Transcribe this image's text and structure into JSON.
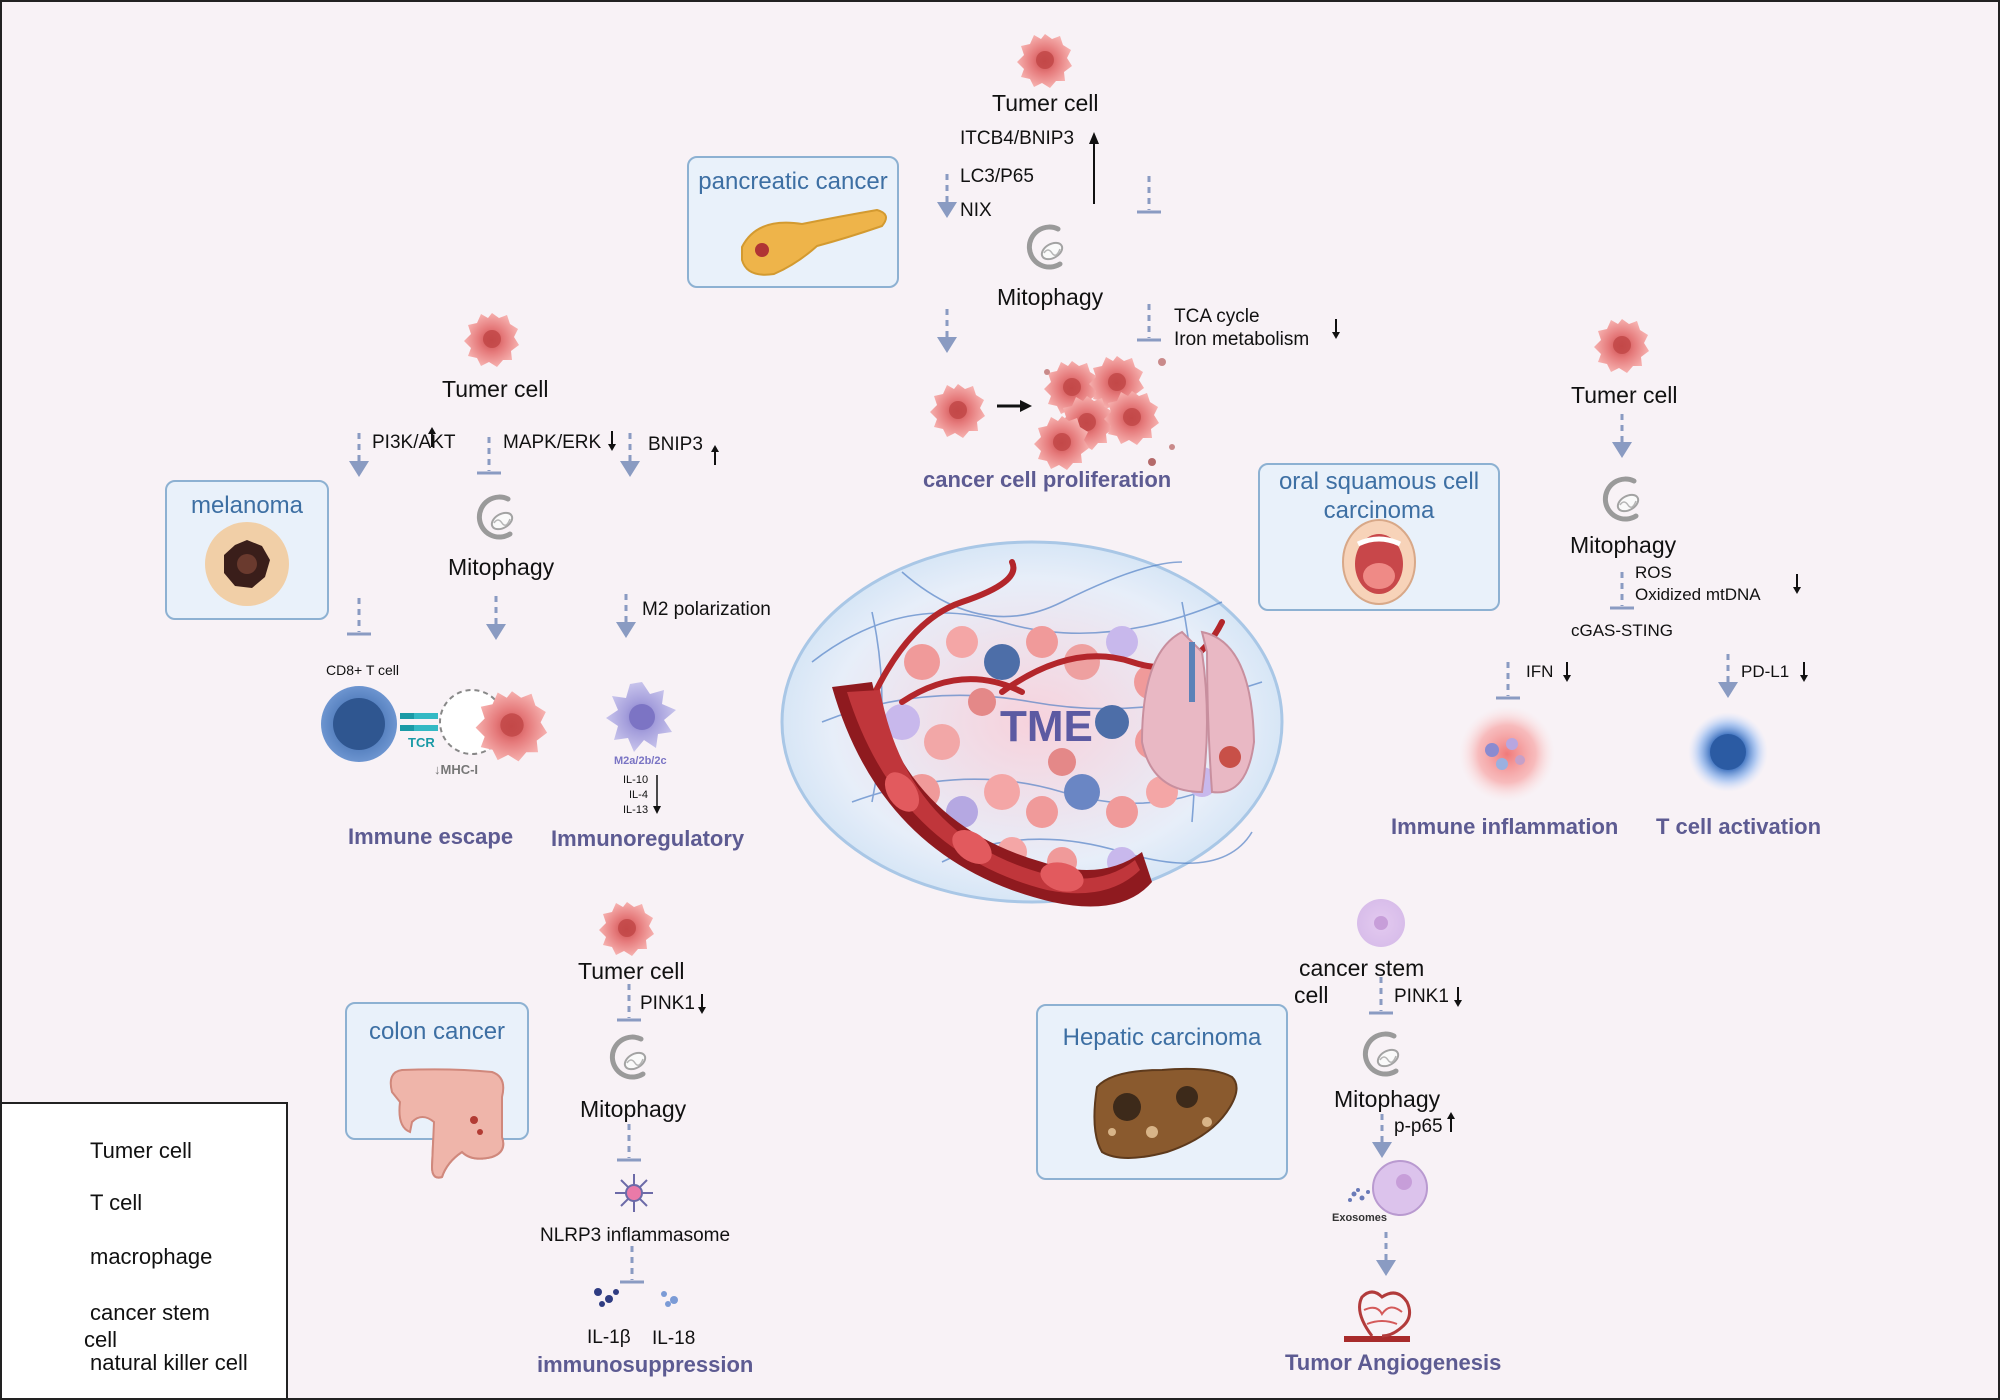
{
  "center": {
    "label": "TME"
  },
  "legend": {
    "items": [
      {
        "icon": "tumor-cell-icon",
        "label": "Tumer cell"
      },
      {
        "icon": "t-cell-icon",
        "label": "T cell"
      },
      {
        "icon": "macrophage-icon",
        "label": "macrophage"
      },
      {
        "icon": "cancer-stem-cell-icon",
        "label": "cancer stem"
      },
      {
        "icon": "cancer-stem-cell-icon",
        "label": "cell"
      },
      {
        "icon": "nk-cell-icon",
        "label": "natural killer cell"
      }
    ]
  },
  "pancreatic": {
    "box_title": "pancreatic cancer",
    "cell_label": "Tumer cell",
    "pathway_1": "ITCB4/BNIP3",
    "pathway_2": "LC3/P65",
    "pathway_3": "NIX",
    "mitophagy": "Mitophagy",
    "effect_1": "TCA cycle",
    "effect_2": "Iron metabolism",
    "outcome": "cancer cell proliferation"
  },
  "melanoma": {
    "box_title": "melanoma",
    "cell_label": "Tumer cell",
    "pathway_1": "PI3K/AKT",
    "pathway_2": "MAPK/ERK",
    "pathway_3": "BNIP3",
    "mitophagy": "Mitophagy",
    "m2": "M2 polarization",
    "cd8": "CD8+ T cell",
    "tcr": "TCR",
    "mhc": "↓MHC-I",
    "m2_types": "M2a/2b/2c",
    "il_1": "IL-10",
    "il_2": "IL-4",
    "il_3": "IL-13",
    "outcome_1": "Immune escape",
    "outcome_2": "Immunoregulatory"
  },
  "oral": {
    "box_title_1": "oral squamous cell",
    "box_title_2": "carcinoma",
    "cell_label": "Tumer cell",
    "mitophagy": "Mitophagy",
    "ros": "ROS",
    "mtdna": "Oxidized mtDNA",
    "sting": "cGAS-STING",
    "ifn": "IFN",
    "pdl1": "PD-L1",
    "outcome_1": "Immune inflammation",
    "outcome_2": "T cell activation"
  },
  "colon": {
    "box_title": "colon cancer",
    "cell_label": "Tumer cell",
    "pink1": "PINK1",
    "mitophagy": "Mitophagy",
    "nlrp3": "NLRP3 inflammasome",
    "il1b": "IL-1β",
    "il18": "IL-18",
    "outcome": "immunosuppression"
  },
  "hepatic": {
    "box_title": "Hepatic carcinoma",
    "cell_label_1": "cancer stem",
    "cell_label_2": "cell",
    "pink1": "PINK1",
    "mitophagy": "Mitophagy",
    "pp65": "p-p65",
    "exosomes": "Exosomes",
    "outcome": "Tumor Angiogenesis"
  },
  "colors": {
    "background": "#f8f2f6",
    "box_fill": "#e9f1fa",
    "box_border": "#8db1d2",
    "box_title": "#3d6fa3",
    "outcome_text": "#5d5b92",
    "arrow": "#8a9bc2",
    "tumor_cell": "#f2a0a0",
    "t_cell": "#3e6aa8",
    "macrophage": "#a9a4dc",
    "stem_cell": "#dcc3ec",
    "nk_cell": "#d6d4ee",
    "vessel": "#9e1e22"
  }
}
